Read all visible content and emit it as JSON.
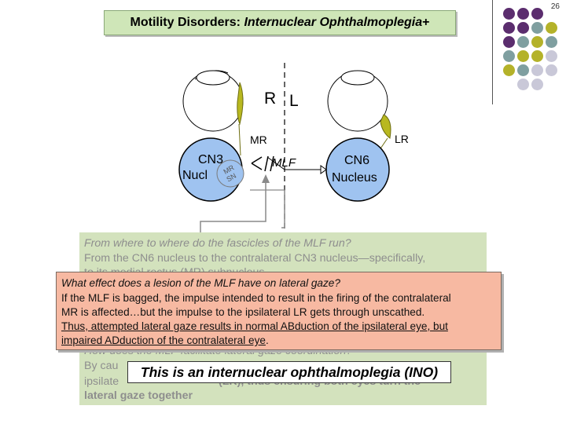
{
  "slide_number": "26",
  "title": {
    "main": "Motility Disorders: ",
    "italic": "Internuclear Ophthalmoplegia",
    "suffix": "+"
  },
  "diagram": {
    "right_label": "R",
    "left_label": "L",
    "mr_label": "MR",
    "lr_label": "LR",
    "cn3_line1": "CN3",
    "cn3_line2": "Nucl",
    "mr_sub_label": "MR",
    "sn_sub_label": "SN",
    "mlf_label": "MLF",
    "cn6_line1": "CN6",
    "cn6_line2": "Nucleus"
  },
  "green_panel": {
    "line1": "From where to where do the fascicles of the MLF run?",
    "line2": "From the CN6 nucleus to the  contralateral  CN3 nucleus—specifically,",
    "line3": "to its medial rectus (MR) subnucleus",
    "line4": "How does the MLF facilitate lateral gaze coordination?",
    "line5a": "By cau",
    "line6a": "ipsilate",
    "line6b": "(LR), thus ensuring both eyes turn the",
    "line7": "lateral gaze together"
  },
  "salmon_panel": {
    "question": "What effect does a lesion of the MLF have on lateral gaze?",
    "line1": "If the MLF is bagged, the impulse intended to result in the firing of the contralateral",
    "line2": "MR is affected…but the impulse to the ipsilateral LR gets through unscathed.",
    "line3": "Thus, attempted lateral gaze results in normal ABduction of the ipsilateral eye, but",
    "line4": "impaired ADduction of the contralateral eye",
    "line4_end": "."
  },
  "ino_banner": "This is an internuclear ophthalmoplegia (INO)",
  "colors": {
    "purple": "#5b2d6e",
    "teal": "#7f9fa0",
    "olive": "#b4b229",
    "lavender": "#c9c8d8",
    "nucleus_blue": "#9fc3f0",
    "muscle": "#b8b820"
  }
}
